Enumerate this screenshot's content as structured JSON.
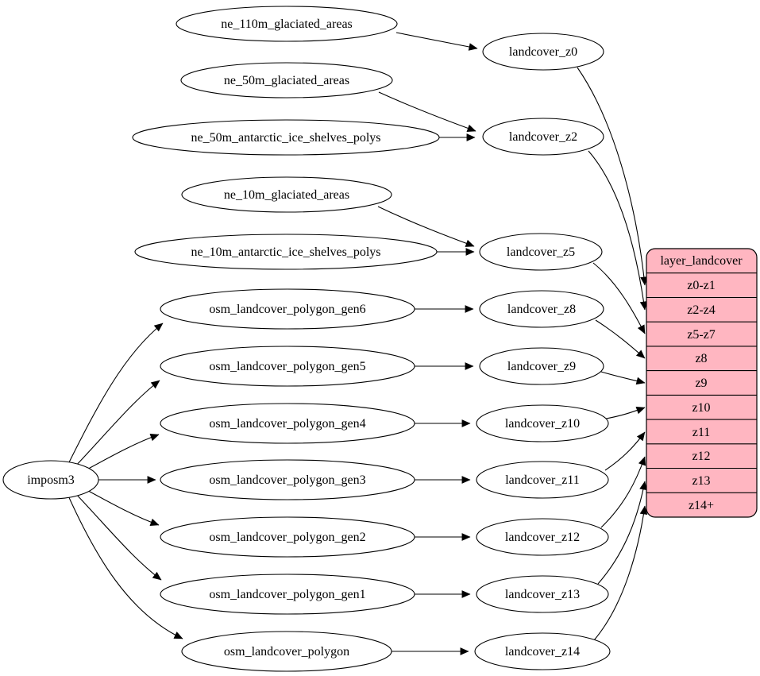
{
  "nodes": {
    "imposm": {
      "label": "imposm3"
    },
    "sources": [
      {
        "label": "ne_110m_glaciated_areas"
      },
      {
        "label": "ne_50m_glaciated_areas"
      },
      {
        "label": "ne_50m_antarctic_ice_shelves_polys"
      },
      {
        "label": "ne_10m_glaciated_areas"
      },
      {
        "label": "ne_10m_antarctic_ice_shelves_polys"
      },
      {
        "label": "osm_landcover_polygon_gen6"
      },
      {
        "label": "osm_landcover_polygon_gen5"
      },
      {
        "label": "osm_landcover_polygon_gen4"
      },
      {
        "label": "osm_landcover_polygon_gen3"
      },
      {
        "label": "osm_landcover_polygon_gen2"
      },
      {
        "label": "osm_landcover_polygon_gen1"
      },
      {
        "label": "osm_landcover_polygon"
      }
    ],
    "intermediates": [
      {
        "label": "landcover_z0"
      },
      {
        "label": "landcover_z2"
      },
      {
        "label": "landcover_z5"
      },
      {
        "label": "landcover_z8"
      },
      {
        "label": "landcover_z9"
      },
      {
        "label": "landcover_z10"
      },
      {
        "label": "landcover_z11"
      },
      {
        "label": "landcover_z12"
      },
      {
        "label": "landcover_z13"
      },
      {
        "label": "landcover_z14"
      }
    ],
    "table": {
      "title": "layer_landcover",
      "rows": [
        "z0-z1",
        "z2-z4",
        "z5-z7",
        "z8",
        "z9",
        "z10",
        "z11",
        "z12",
        "z13",
        "z14+"
      ]
    }
  },
  "edges": [
    {
      "from": "imposm3",
      "to": "osm_landcover_polygon_gen6"
    },
    {
      "from": "imposm3",
      "to": "osm_landcover_polygon_gen5"
    },
    {
      "from": "imposm3",
      "to": "osm_landcover_polygon_gen4"
    },
    {
      "from": "imposm3",
      "to": "osm_landcover_polygon_gen3"
    },
    {
      "from": "imposm3",
      "to": "osm_landcover_polygon_gen2"
    },
    {
      "from": "imposm3",
      "to": "osm_landcover_polygon_gen1"
    },
    {
      "from": "imposm3",
      "to": "osm_landcover_polygon"
    },
    {
      "from": "ne_110m_glaciated_areas",
      "to": "landcover_z0"
    },
    {
      "from": "ne_50m_glaciated_areas",
      "to": "landcover_z2"
    },
    {
      "from": "ne_50m_antarctic_ice_shelves_polys",
      "to": "landcover_z2"
    },
    {
      "from": "ne_10m_glaciated_areas",
      "to": "landcover_z5"
    },
    {
      "from": "ne_10m_antarctic_ice_shelves_polys",
      "to": "landcover_z5"
    },
    {
      "from": "osm_landcover_polygon_gen6",
      "to": "landcover_z8"
    },
    {
      "from": "osm_landcover_polygon_gen5",
      "to": "landcover_z9"
    },
    {
      "from": "osm_landcover_polygon_gen4",
      "to": "landcover_z10"
    },
    {
      "from": "osm_landcover_polygon_gen3",
      "to": "landcover_z11"
    },
    {
      "from": "osm_landcover_polygon_gen2",
      "to": "landcover_z12"
    },
    {
      "from": "osm_landcover_polygon_gen1",
      "to": "landcover_z13"
    },
    {
      "from": "osm_landcover_polygon",
      "to": "landcover_z14"
    },
    {
      "from": "landcover_z0",
      "to": "z0-z1"
    },
    {
      "from": "landcover_z2",
      "to": "z2-z4"
    },
    {
      "from": "landcover_z5",
      "to": "z5-z7"
    },
    {
      "from": "landcover_z8",
      "to": "z8"
    },
    {
      "from": "landcover_z9",
      "to": "z9"
    },
    {
      "from": "landcover_z10",
      "to": "z10"
    },
    {
      "from": "landcover_z11",
      "to": "z11"
    },
    {
      "from": "landcover_z12",
      "to": "z12"
    },
    {
      "from": "landcover_z13",
      "to": "z13"
    },
    {
      "from": "landcover_z14",
      "to": "z14+"
    }
  ],
  "colors": {
    "table_fill": "#ffb6c1",
    "node_fill": "#ffffff",
    "stroke": "#000000",
    "background": "#ffffff"
  }
}
